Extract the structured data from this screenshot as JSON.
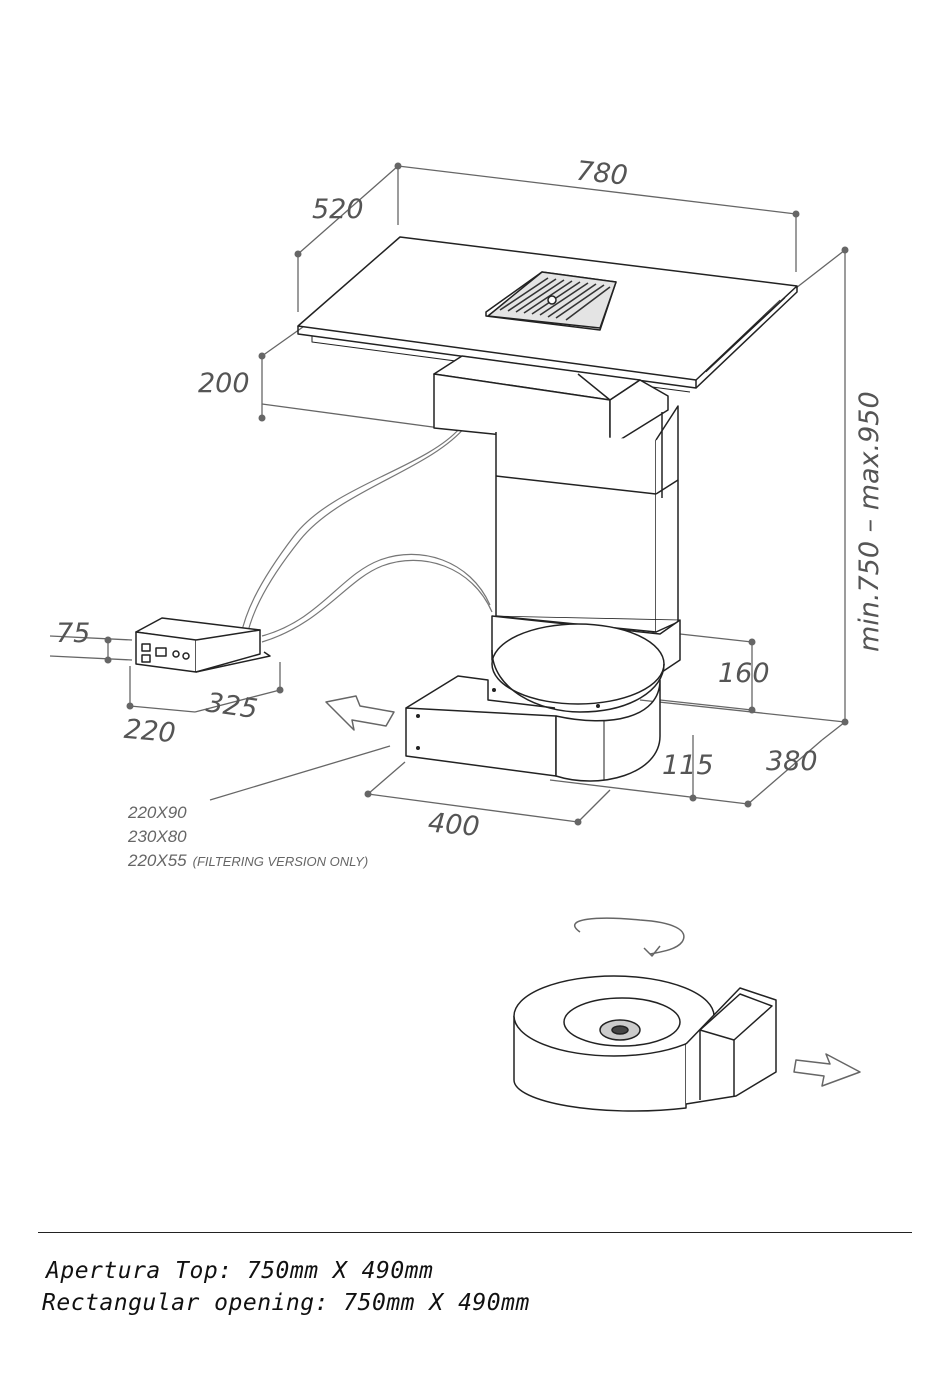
{
  "dimensions": {
    "top_width": "780",
    "top_depth": "520",
    "top_to_box": "200",
    "height_range": "min.750  –  max.950",
    "control_height": "75",
    "control_depth": "325",
    "control_width": "220",
    "base_width": "400",
    "base_height": "115",
    "base_depth": "380",
    "collar_height": "160"
  },
  "duct_sizes": [
    "220X90",
    "230X80",
    "220X55"
  ],
  "duct_note": "(FILTERING VERSION ONLY)",
  "captions": {
    "line1": "Apertura Top: 750mm X 490mm",
    "line2": "Rectangular opening: 750mm X 490mm"
  }
}
